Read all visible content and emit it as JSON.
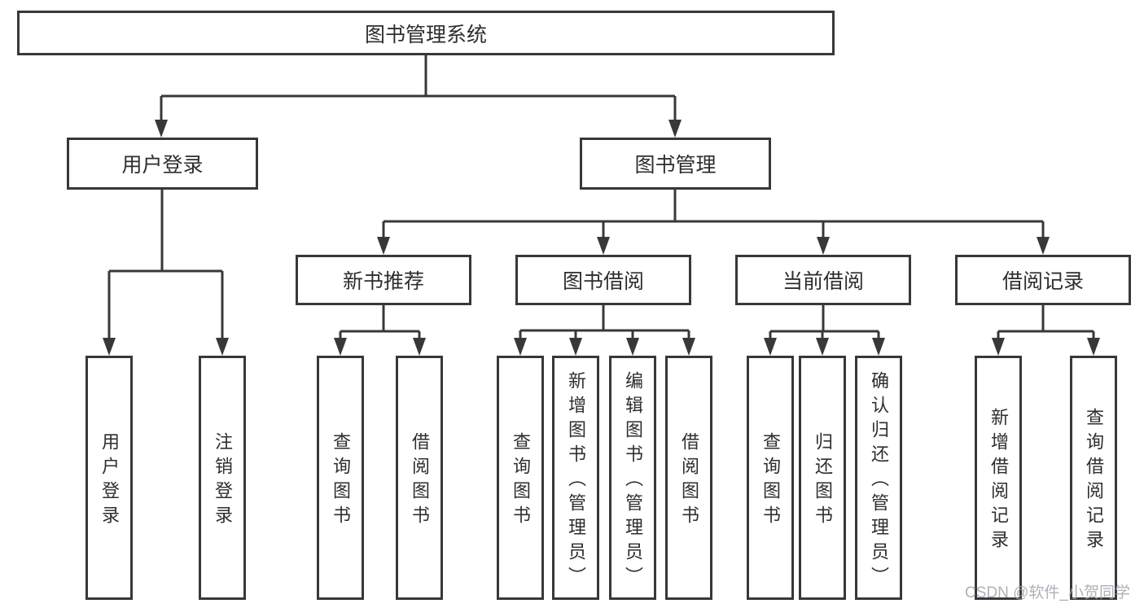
{
  "diagram": {
    "title": "图书管理系统",
    "branches": [
      {
        "label": "用户登录",
        "children": [
          {
            "label": "用户登录"
          },
          {
            "label": "注销登录"
          }
        ]
      },
      {
        "label": "图书管理",
        "children": [
          {
            "label": "新书推荐",
            "children": [
              {
                "label": "查询图书"
              },
              {
                "label": "借阅图书"
              }
            ]
          },
          {
            "label": "图书借阅",
            "children": [
              {
                "label": "查询图书"
              },
              {
                "label": "新增图书（管理员）"
              },
              {
                "label": "编辑图书（管理员）"
              },
              {
                "label": "借阅图书"
              }
            ]
          },
          {
            "label": "当前借阅",
            "children": [
              {
                "label": "查询图书"
              },
              {
                "label": "归还图书"
              },
              {
                "label": "确认归还（管理员）"
              }
            ]
          },
          {
            "label": "借阅记录",
            "children": [
              {
                "label": "新增借阅记录"
              },
              {
                "label": "查询借阅记录"
              }
            ]
          }
        ]
      }
    ],
    "watermark": "CSDN @软件_小贺同学",
    "colors": {
      "line": "#383838",
      "text": "#2e2e2e",
      "background": "#ffffff",
      "watermark": "#9ea3ad"
    }
  }
}
